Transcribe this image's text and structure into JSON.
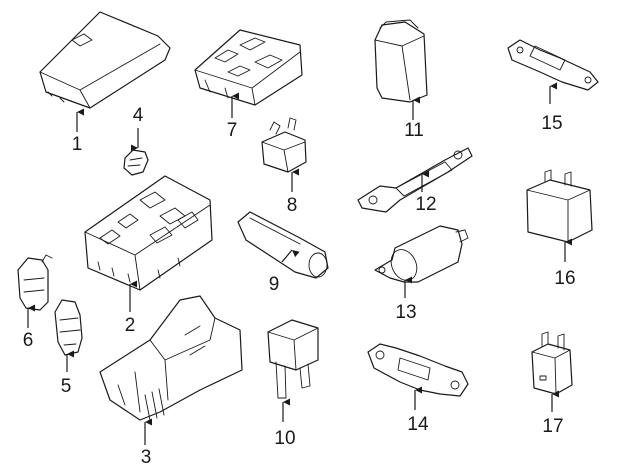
{
  "diagram": {
    "callouts": [
      "1",
      "2",
      "3",
      "4",
      "5",
      "6",
      "7",
      "8",
      "9",
      "10",
      "11",
      "12",
      "13",
      "14",
      "15",
      "16",
      "17"
    ]
  },
  "colors": {
    "line": "#1a1a1a",
    "background": "#ffffff"
  }
}
